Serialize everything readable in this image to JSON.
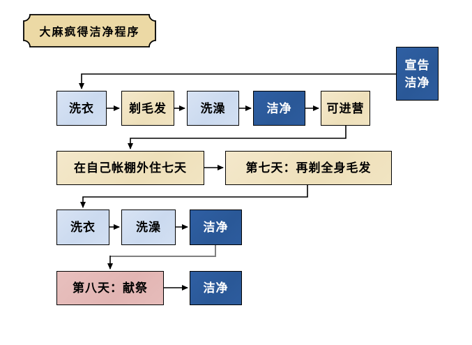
{
  "title": {
    "label": "大麻疯得洁净程序"
  },
  "nodes": {
    "declare_clean": "宣告\n洁净",
    "row1_wash_clothes": "洗衣",
    "row1_shave_hair": "剃毛发",
    "row1_bathe": "洗澡",
    "row1_clean": "洁净",
    "row1_enter_camp": "可进营",
    "row2_stay_outside_tent": "在自己帐棚外住七天",
    "row2_day7_shave_all": "第七天：再剃全身毛发",
    "row3_wash_clothes": "洗衣",
    "row3_bathe": "洗澡",
    "row3_clean": "洁净",
    "row4_day8_offering": "第八天：献祭",
    "row4_clean": "洁净"
  },
  "colors": {
    "light_blue_box": "#CFDDF0",
    "tan_box": "#F0E3C1",
    "dark_blue_box": "#2B5A9B",
    "pink_box": "#E5BAB8",
    "title_plaque": "#ECD9A5",
    "connector_black": "#000000",
    "connector_gray": "#7F7F7F",
    "background": "#FFFFFF"
  }
}
